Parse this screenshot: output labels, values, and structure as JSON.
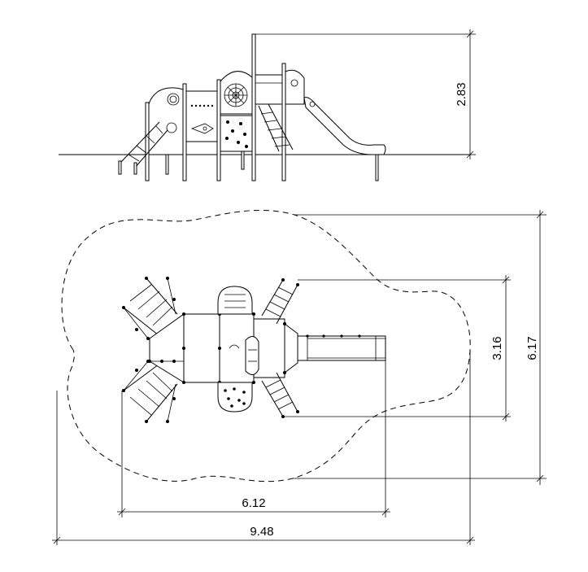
{
  "dimensions": {
    "height_elevation": "2.83",
    "depth_structure": "3.16",
    "depth_total": "6.17",
    "length_structure": "6.12",
    "length_total": "9.48"
  }
}
